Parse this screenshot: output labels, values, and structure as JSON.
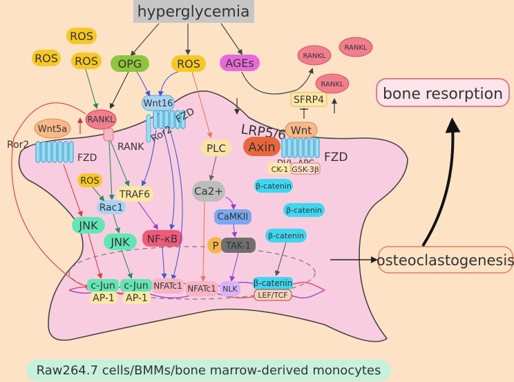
{
  "title": "hyperglycemia",
  "caption": "Raw264.7 cells/BMMs/bone marrow-derived monocytes",
  "outputs": {
    "bone_resorption": "bone resorption",
    "osteoclastogenesis": "osteoclastogenesis"
  },
  "top": {
    "ros_a": "ROS",
    "ros_b": "ROS",
    "ros_c": "ROS",
    "opg": "OPG",
    "ros_mid": "ROS",
    "ages": "AGEs",
    "rankl_1": "RANKL",
    "rankl_2": "RANKL",
    "rankl_3": "RANKL"
  },
  "membrane": {
    "rankl": "RANKL",
    "rank": "RANK",
    "wnt16": "Wnt16",
    "fzd_top": "FZD",
    "ror2_mid": "Ror2",
    "wnt5a": "Wnt5a",
    "ror2_left": "Ror2",
    "fzd_left": "FZD",
    "lrp": "LRP5/6",
    "sfrp4": "SFRP4",
    "wnt": "Wnt",
    "fzd_right": "FZD",
    "axin": "Axin",
    "dvl": "DVL",
    "apc": "APC",
    "ck1": "CK-1",
    "gsk": "GSK-3β"
  },
  "cytoplasm": {
    "ros": "ROS",
    "traf6": "TRAF6",
    "rac1": "Rac1",
    "jnk_1": "JNK",
    "jnk_2": "JNK",
    "nfkb": "NF-κB",
    "plc": "PLC",
    "ca2": "Ca2+",
    "camkii": "CaMKII",
    "p": "P",
    "tak1": "TAK-1",
    "bcat_1": "β-catenin",
    "bcat_2": "β-catenin",
    "bcat_3": "β-catenin"
  },
  "nucleus": {
    "cjun_1": "c-Jun",
    "ap1_1": "AP-1",
    "cjun_2": "c-Jun",
    "ap1_2": "AP-1",
    "nfatc1_1": "NFATc1",
    "nfatc1_2": "NFATc1",
    "nlk": "NLK",
    "bcat": "β-catenin",
    "lef": "LEF/TCF"
  },
  "colors": {
    "background": "#fde2c6",
    "cell": "#f9cde0",
    "ros": "#f7c825",
    "opg": "#8fc43b",
    "ages": "#e76ad8",
    "rankl": "#f07e8e",
    "receptor": "#8fd3ee",
    "jnk": "#63e6b5",
    "nfkb": "#ee5a7a",
    "cyan": "#3fd6f0"
  }
}
